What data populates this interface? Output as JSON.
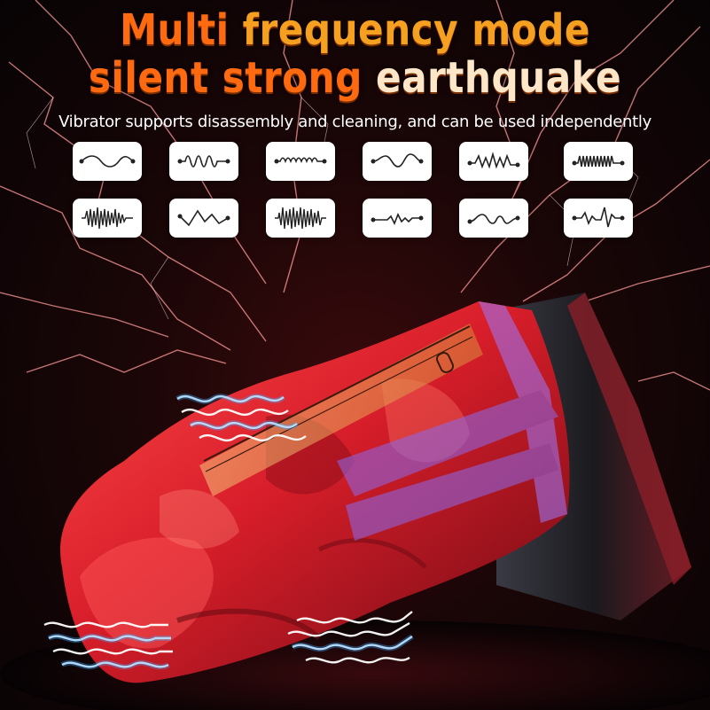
{
  "headline": {
    "line1_a": "Multi ",
    "line1_b": "frequency mode",
    "line2_a": "silent strong ",
    "line2_b": "earthquake"
  },
  "subtitle": "Vibrator supports disassembly and cleaning, and can be used independently",
  "vibration_modes": [
    "wave-mode-1-icon",
    "wave-mode-2-icon",
    "wave-mode-3-icon",
    "wave-mode-4-icon",
    "wave-mode-5-icon",
    "wave-mode-6-icon",
    "wave-mode-7-icon",
    "wave-mode-8-icon",
    "wave-mode-9-icon",
    "wave-mode-10-icon",
    "wave-mode-11-icon",
    "wave-mode-12-icon"
  ],
  "colors": {
    "headline_orange": "#f5a020",
    "headline_hot": "#ff6a10",
    "headline_light": "#fde7c8",
    "product_red": "#d81e2a",
    "vibration_blue": "#3aa8ff",
    "background": "#0b0506"
  }
}
